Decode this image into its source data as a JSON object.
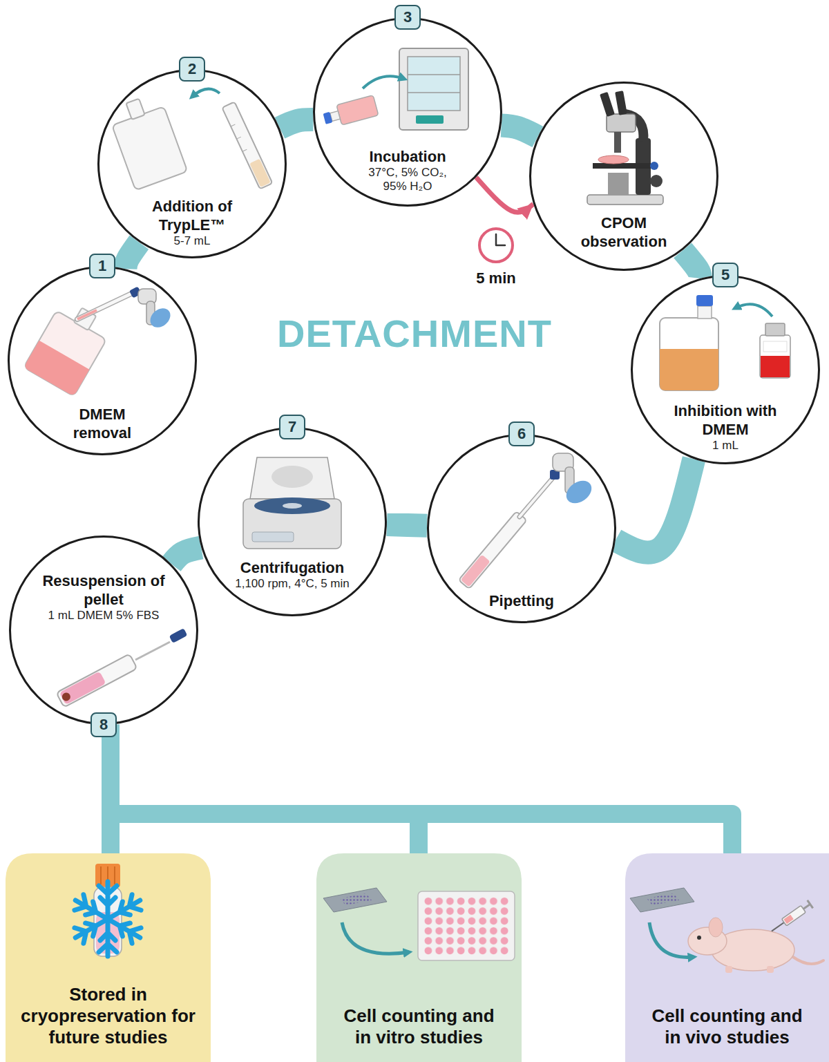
{
  "diagram": {
    "title": "DETACHMENT",
    "nodes": [
      {
        "text": [
          "1",
          "DMEM removal"
        ]
      },
      {
        "text": [
          "2",
          "Addition of TrypLE™",
          "5-7 mL"
        ]
      },
      {
        "text": [
          "3",
          "Incubation",
          "37°C, 5% CO₂, 95% H₂O"
        ]
      },
      {
        "text": [
          "CPOM observation"
        ]
      },
      {
        "text": [
          "5",
          "Inhibition with DMEM",
          "1 mL"
        ]
      },
      {
        "text": [
          "6",
          "Pipetting"
        ]
      },
      {
        "text": [
          "7",
          "Centrifugation",
          "1,100 rpm, 4°C, 5 min"
        ]
      },
      {
        "text": [
          "Resuspension of pellet",
          "1 mL DMEM 5% FBS",
          "8"
        ]
      },
      {
        "text": [
          "Stored in cryopreservation for future studies"
        ]
      },
      {
        "text": [
          "Cell counting and in vitro studies"
        ]
      },
      {
        "text": [
          "Cell counting and in vivo studies"
        ]
      }
    ],
    "edges": [
      {
        "from": 0,
        "to": 1,
        "arrow": "none"
      },
      {
        "from": 1,
        "to": 2,
        "arrow": "none"
      },
      {
        "from": 2,
        "to": 3,
        "arrow": "none"
      },
      {
        "from": 2,
        "to": 3,
        "label": "5 min",
        "arrow": "to"
      },
      {
        "from": 3,
        "to": 4,
        "arrow": "none"
      },
      {
        "from": 4,
        "to": 5,
        "arrow": "none"
      },
      {
        "from": 5,
        "to": 6,
        "arrow": "none"
      },
      {
        "from": 6,
        "to": 7,
        "arrow": "none"
      },
      {
        "from": 7,
        "to": 8,
        "arrow": "none"
      },
      {
        "from": 7,
        "to": 9,
        "arrow": "none"
      },
      {
        "from": 7,
        "to": 10,
        "arrow": "none"
      }
    ]
  }
}
